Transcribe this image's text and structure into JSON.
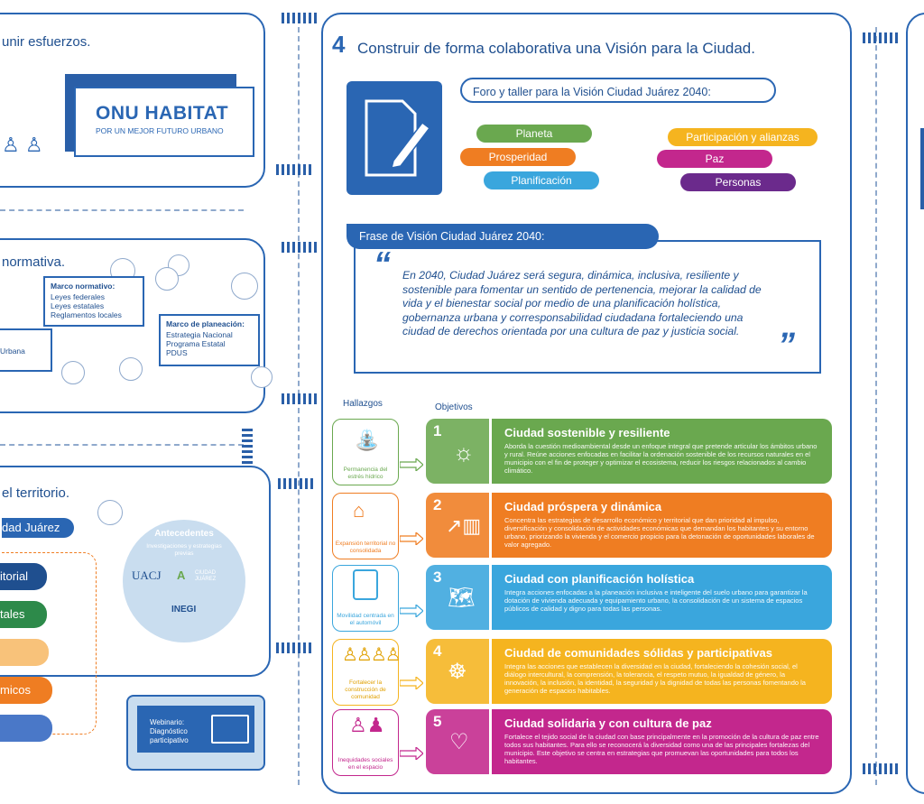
{
  "colors": {
    "blue": "#2a66b3",
    "green": "#6aa84f",
    "orange": "#ef7d22",
    "cyan": "#3aa6dd",
    "yellow": "#f5b41f",
    "magenta": "#c3278d",
    "purple": "#6b2a8c"
  },
  "left": {
    "unir_title": "unir esfuerzos.",
    "onu_logo_main": "ONU HABITAT",
    "onu_logo_sub": "POR UN MEJOR FUTURO URBANO",
    "normativa_title": "normativa.",
    "marco_normativo_title": "Marco normativo:",
    "marco_normativo_items": [
      "Leyes federales",
      "Leyes estatales",
      "Reglamentos locales"
    ],
    "marco_planeacion_title": "Marco de planeación:",
    "marco_planeacion_items": [
      "Estrategia Nacional",
      "Programa Estatal",
      "PDUS"
    ],
    "urbana_label": "Urbana",
    "territorio_title": "el territorio.",
    "ciudad_juarez_label": "dad Juárez",
    "stack_labels": [
      "itorial",
      "tales",
      "",
      "micos",
      ""
    ],
    "antecedentes_title": "Antecedentes",
    "antecedentes_sub": "Investigaciones y estrategias previas",
    "logos": [
      "UACJ",
      "A",
      "CIUDAD JUÁREZ",
      "INEGI"
    ],
    "webinar_label": "Webinario: Diagnóstico participativo"
  },
  "main": {
    "step_number": "4",
    "title": "Construir de forma colaborativa una Visión para la Ciudad.",
    "foro_label": "Foro y taller para la Visión Ciudad Juárez 2040:",
    "pills_left": [
      {
        "label": "Planeta",
        "color": "#6aa84f"
      },
      {
        "label": "Prosperidad",
        "color": "#ef7d22"
      },
      {
        "label": "Planificación",
        "color": "#3aa6dd"
      }
    ],
    "pills_right": [
      {
        "label": "Participación y alianzas",
        "color": "#f5b41f"
      },
      {
        "label": "Paz",
        "color": "#c3278d"
      },
      {
        "label": "Personas",
        "color": "#6b2a8c"
      }
    ],
    "frase_title": "Frase de Visión Ciudad Juárez 2040:",
    "quote_open": "“",
    "quote_close": "”",
    "frase_text": "En 2040, Ciudad Juárez será segura, dinámica, inclusiva, resiliente y sostenible para fomentar un sentido de pertenencia, mejorar la calidad de vida y el bienestar social por medio de una planificación holística, gobernanza urbana y corresponsabilidad ciudadana fortaleciendo una ciudad de derechos orientada por una cultura de paz y justicia social.",
    "hallazgos_label": "Hallazgos",
    "objetivos_label": "Objetivos",
    "objectives": [
      {
        "num": "1",
        "hallazgo": "Permanencia del estrés hídrico",
        "title": "Ciudad sostenible y resiliente",
        "desc": "Aborda la cuestión medioambiental desde un enfoque integral que pretende articular los ámbitos urbano y rural. Reúne acciones enfocadas en facilitar la ordenación sostenible de los recursos naturales en el municipio con el fin de proteger y optimizar el ecosistema, reducir los riesgos relacionados al cambio climático."
      },
      {
        "num": "2",
        "hallazgo": "Expansión territorial no consolidada",
        "title": "Ciudad próspera y dinámica",
        "desc": "Concentra las estrategias de desarrollo económico y territorial que dan prioridad al impulso, diversificación y consolidación de actividades económicas que demandan los habitantes y su entorno urbano, priorizando la vivienda y el comercio propicio para la detonación de oportunidades laborales de valor agregado."
      },
      {
        "num": "3",
        "hallazgo": "Movilidad centrada en el automóvil",
        "title": "Ciudad con planificación holística",
        "desc": "Integra acciones enfocadas a la planeación inclusiva e inteligente del suelo urbano para garantizar la dotación de vivienda adecuada y equipamiento urbano, la consolidación de un sistema de espacios públicos de calidad y digno para todas las personas."
      },
      {
        "num": "4",
        "hallazgo": "Fortalecer la construcción de comunidad",
        "title": "Ciudad de comunidades sólidas y participativas",
        "desc": "Integra las acciones que establecen la diversidad en la ciudad, fortaleciendo la cohesión social, el diálogo intercultural, la comprensión, la tolerancia, el respeto mutuo, la igualdad de género, la innovación, la inclusión, la identidad, la seguridad y la dignidad de todas las personas fomentando la generación de espacios habitables."
      },
      {
        "num": "5",
        "hallazgo": "Inequidades sociales en el espacio",
        "title": "Ciudad solidaria y con cultura de paz",
        "desc": "Fortalece el tejido social de la ciudad con base principalmente en la promoción de la cultura de paz entre todos sus habitantes. Para ello se reconocerá la diversidad como una de las principales fortalezas del municipio. Este objetivo se centra en estrategias que promuevan las oportunidades para todos los habitantes."
      }
    ]
  }
}
